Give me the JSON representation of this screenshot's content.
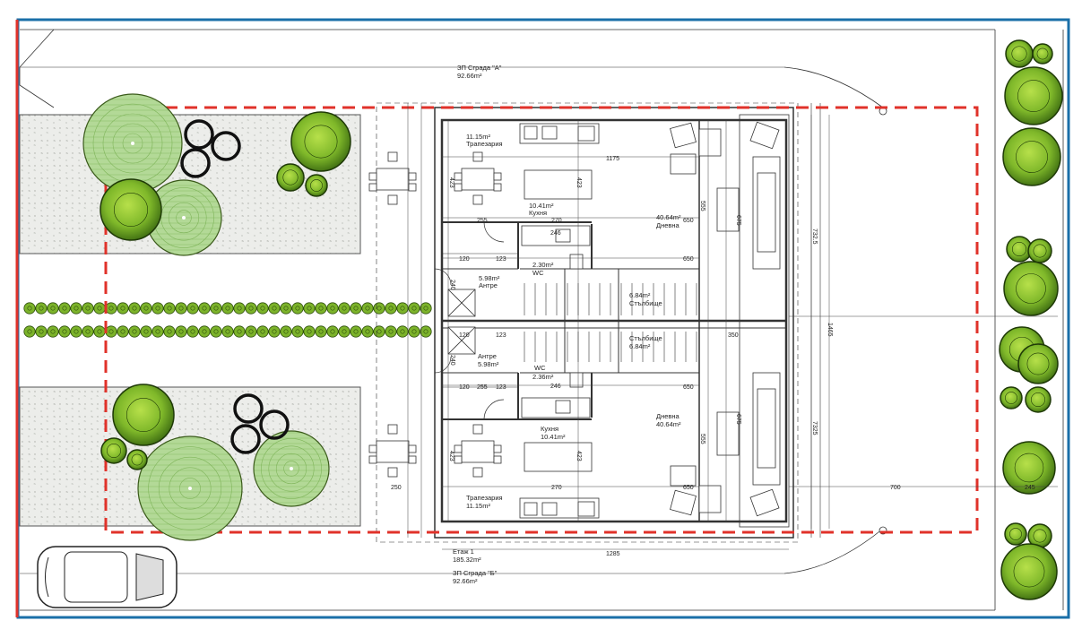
{
  "colors": {
    "boundary_blue": "#1a6fa8",
    "regulation_red": "#e0322a",
    "lawn_fill": "#e9ebe6",
    "tree_green": "#6aa52a",
    "tree_light": "#a9d18e",
    "wall": "#333333"
  },
  "building_a": {
    "label": "ЗП Сграда \"А\"",
    "area": "92.66m²"
  },
  "building_b": {
    "label": "ЗП Сграда \"Б\"",
    "area": "92.66m²"
  },
  "floor": {
    "label": "Етаж 1",
    "area": "185.32m²"
  },
  "unit_a": {
    "dining_name": "Трапезария",
    "dining_area": "11.15m²",
    "kitchen_name": "Кухня",
    "kitchen_area": "10.41m²",
    "living_name": "Дневна",
    "living_area": "40.64m²",
    "wc_name": "WC",
    "wc_area": "2.30m²",
    "hall_name": "Антре",
    "hall_area": "5.98m²",
    "stair_name": "Стълбище",
    "stair_area": "6.84m²"
  },
  "unit_b": {
    "dining_name": "Трапезария",
    "dining_area": "11.15m²",
    "kitchen_name": "Кухня",
    "kitchen_area": "10.41m²",
    "living_name": "Дневна",
    "living_area": "40.64m²",
    "wc_name": "WC",
    "wc_area": "2.36m²",
    "hall_name": "Антре",
    "hall_area": "5.98m²",
    "stair_name": "Стълбище",
    "stair_area": "6.84m²"
  },
  "dimensions": {
    "d1175": "1175",
    "d1285": "1285",
    "d700": "700",
    "d245": "245",
    "d7325": "732.5",
    "d7325b": "7325",
    "d1465": "1465",
    "d350": "350",
    "d270": "270",
    "d255": "255",
    "d650": "650",
    "d555": "555",
    "d675": "675",
    "d423": "423",
    "d120": "120",
    "d123": "123",
    "d240": "240",
    "d246": "246",
    "d250": "250"
  }
}
